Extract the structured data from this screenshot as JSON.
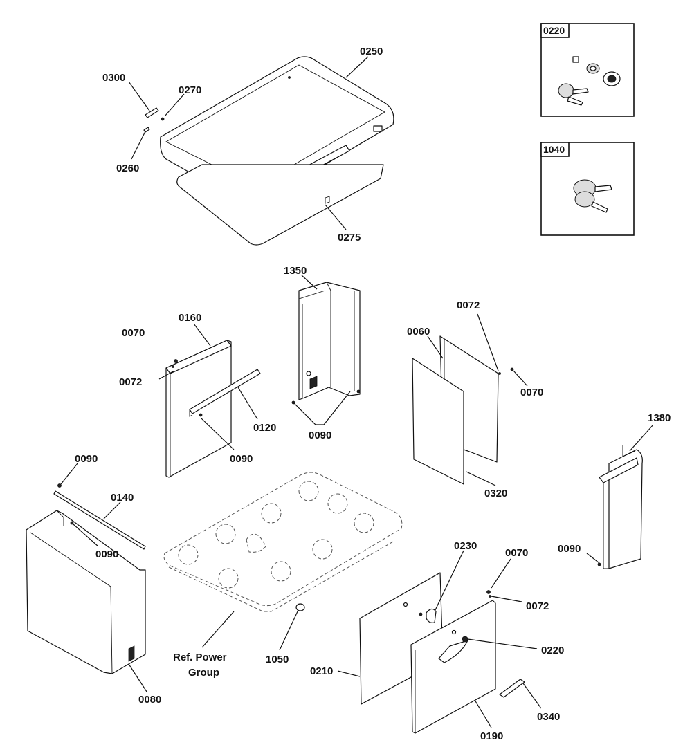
{
  "callouts": {
    "c0300": "0300",
    "c0270": "0270",
    "c0250": "0250",
    "c0260": "0260",
    "c0275": "0275",
    "c1350": "1350",
    "c0160": "0160",
    "c0070_left": "0070",
    "c0072_left": "0072",
    "c0120": "0120",
    "c0090_a": "0090",
    "c0090_b": "0090",
    "c0060": "0060",
    "c0072_right": "0072",
    "c0070_right": "0070",
    "c0320": "0320",
    "c1380": "1380",
    "c0090_c": "0090",
    "c0140": "0140",
    "c0090_d": "0090",
    "c0090_e": "0090",
    "c0080": "0080",
    "ref_power_line1": "Ref. Power",
    "ref_power_line2": "Group",
    "c1050": "1050",
    "c0230": "0230",
    "c0070_bottom": "0070",
    "c0072_bottom": "0072",
    "c0220_main": "0220",
    "c0210": "0210",
    "c0340": "0340",
    "c0190": "0190"
  },
  "inset_boxes": {
    "box_0220": "0220",
    "box_1040": "1040"
  }
}
